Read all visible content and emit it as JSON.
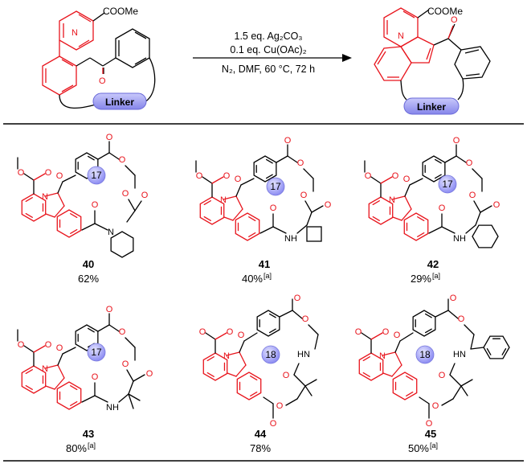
{
  "reaction": {
    "start_group": "COOMe",
    "product_group": "COOMe",
    "linker": "Linker",
    "conditions": [
      "1.5 eq. Ag₂CO₃",
      "0.1 eq. Cu(OAc)₂",
      "N₂, DMF, 60 °C, 72 h"
    ]
  },
  "compounds": [
    {
      "id": "40",
      "yield": "62%",
      "note": "",
      "ring": "17"
    },
    {
      "id": "41",
      "yield": "40%",
      "note": "[a]",
      "ring": "17"
    },
    {
      "id": "42",
      "yield": "29%",
      "note": "[a]",
      "ring": "17"
    },
    {
      "id": "43",
      "yield": "80%",
      "note": "[a]",
      "ring": "17"
    },
    {
      "id": "44",
      "yield": "78%",
      "note": "",
      "ring": "18"
    },
    {
      "id": "45",
      "yield": "50%",
      "note": "[a]",
      "ring": "18"
    }
  ],
  "atoms": {
    "N": "N",
    "O": "O",
    "H": "H",
    "NH": "NH",
    "HN": "HN"
  },
  "colors": {
    "highlight": "#e8141c",
    "linker_fill": "#9a9af0",
    "ring_fill": "#a9a9ff",
    "black": "#000000"
  }
}
